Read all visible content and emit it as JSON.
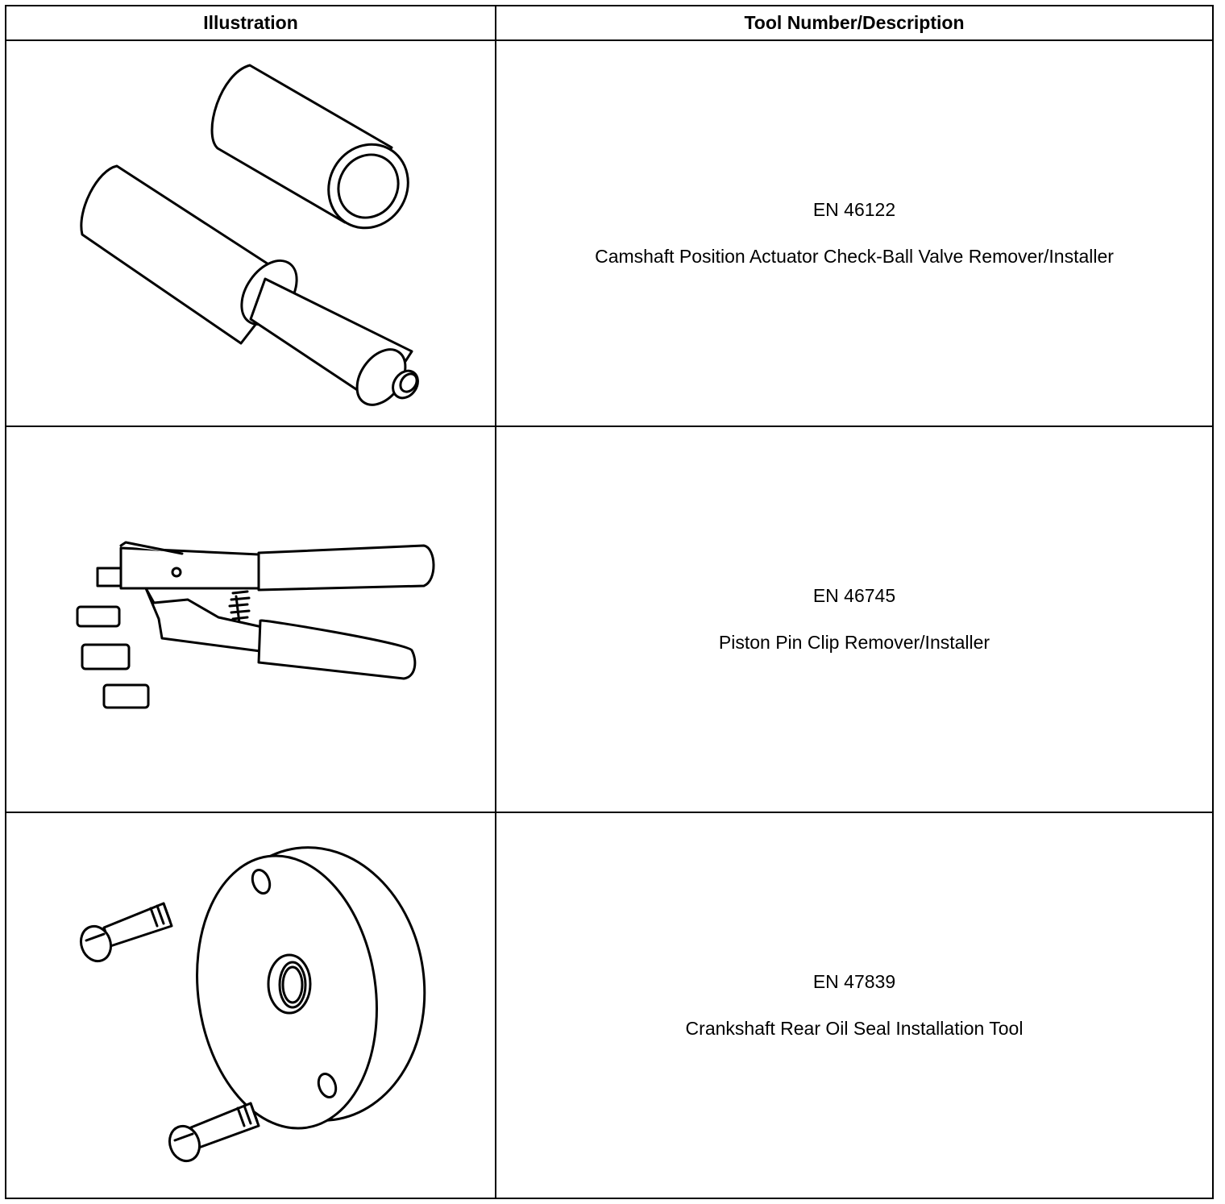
{
  "table": {
    "headers": [
      "Illustration",
      "Tool Number/Description"
    ],
    "rows": [
      {
        "illustration_icon": "check-ball-valve-remover-installer-icon",
        "tool_number": "EN 46122",
        "description": "Camshaft Position Actuator Check-Ball Valve Remover/Installer"
      },
      {
        "illustration_icon": "piston-pin-clip-pliers-icon",
        "tool_number": "EN 46745",
        "description": "Piston Pin Clip Remover/Installer"
      },
      {
        "illustration_icon": "rear-oil-seal-installer-icon",
        "tool_number": "EN 47839",
        "description": "Crankshaft Rear Oil Seal Installation Tool"
      }
    ]
  }
}
